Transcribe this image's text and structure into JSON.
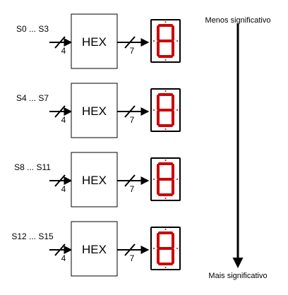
{
  "decoder_label": "HEX",
  "input_bus_width": "4",
  "output_bus_width": "7",
  "rows": [
    {
      "input_label": "S0 ... S3"
    },
    {
      "input_label": "S4 ... S7"
    },
    {
      "input_label": "S8 ... S11"
    },
    {
      "input_label": "S12 ... S15"
    }
  ],
  "significance_axis": {
    "top_label": "Menos significativo",
    "bottom_label": "Mais significativo"
  },
  "colors": {
    "segment_on": "#cc0000",
    "display_frame": "#000000",
    "line": "#000000"
  },
  "icons": [
    "seven-segment-display-icon",
    "bus-slash-icon",
    "arrow-down-icon"
  ]
}
